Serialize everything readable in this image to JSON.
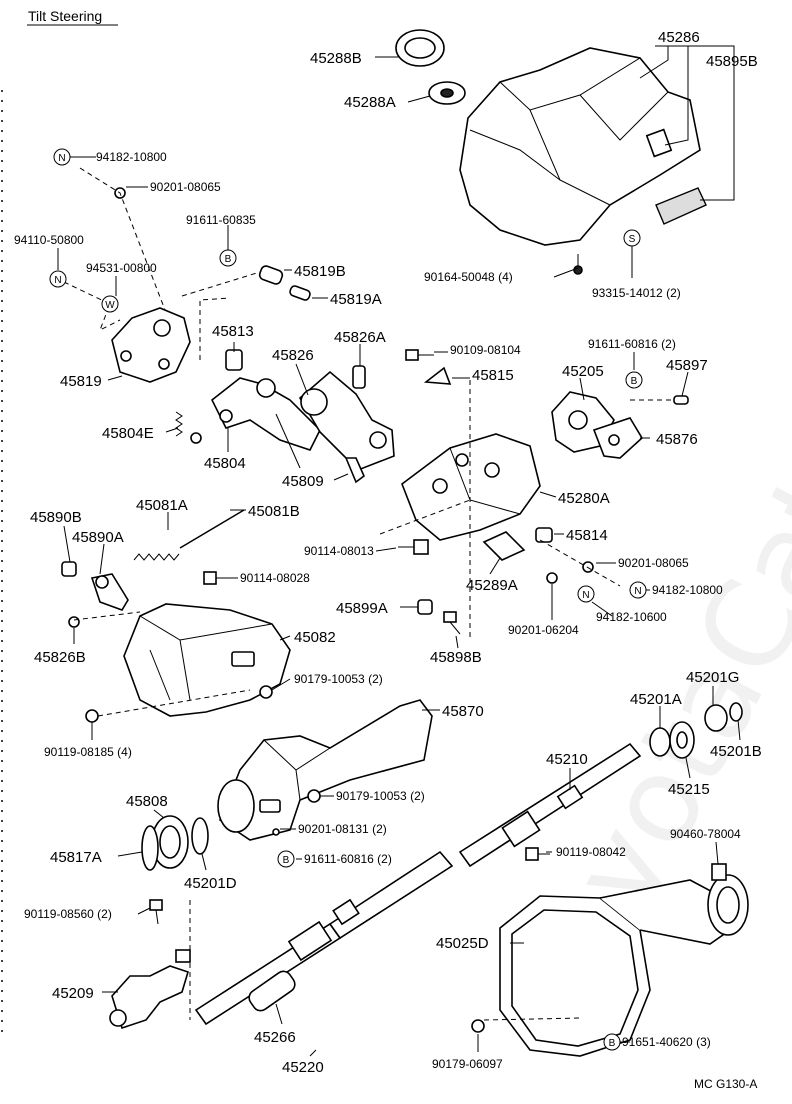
{
  "title": "Tilt Steering",
  "footer_code": "MC  G130-A",
  "watermark": "ToyotaCatalog",
  "symbols": {
    "N": "N",
    "W": "W",
    "B": "B",
    "S": "S"
  },
  "labels": {
    "p45286": "45286",
    "p45895B": "45895B",
    "p45288B": "45288B",
    "p45288A": "45288A",
    "p94182_10800_a": "94182-10800",
    "p90201_08065_a": "90201-08065",
    "p91611_60835": "91611-60835",
    "p94110_50800": "94110-50800",
    "p94531_00800": "94531-00800",
    "p45819B": "45819B",
    "p45819A": "45819A",
    "p90164_50048": "90164-50048 (4)",
    "p93315_14012": "93315-14012 (2)",
    "p45819": "45819",
    "p45813": "45813",
    "p45826": "45826",
    "p45826A": "45826A",
    "p90109_08104": "90109-08104",
    "p91611_60816_a": "91611-60816 (2)",
    "p45815": "45815",
    "p45205": "45205",
    "p45897": "45897",
    "p45804E": "45804E",
    "p45804": "45804",
    "p45809": "45809",
    "p45876": "45876",
    "p45280A": "45280A",
    "p45890B": "45890B",
    "p45081A": "45081A",
    "p45081B": "45081B",
    "p45890A": "45890A",
    "p90114_08013": "90114-08013",
    "p45814": "45814",
    "p90201_08065_b": "90201-08065",
    "p90114_08028": "90114-08028",
    "p45289A": "45289A",
    "p94182_10800_b": "94182-10800",
    "p45899A": "45899A",
    "p94182_10600": "94182-10600",
    "p45082": "45082",
    "p90201_06204": "90201-06204",
    "p45826B": "45826B",
    "p45898B": "45898B",
    "p90179_10053_a": "90179-10053 (2)",
    "p45201G": "45201G",
    "p45870": "45870",
    "p45201A": "45201A",
    "p90119_08185": "90119-08185 (4)",
    "p45201B": "45201B",
    "p45210": "45210",
    "p45215": "45215",
    "p45808": "45808",
    "p90179_10053_b": "90179-10053 (2)",
    "p90201_08131": "90201-08131 (2)",
    "p45817A": "45817A",
    "p91611_60816_b": "91611-60816 (2)",
    "p90460_78004": "90460-78004",
    "p90119_08042": "90119-08042",
    "p45201D": "45201D",
    "p90119_08560": "90119-08560 (2)",
    "p45025D": "45025D",
    "p45209": "45209",
    "p45266": "45266",
    "p91651_40620": "91651-40620 (3)",
    "p90179_06097": "90179-06097",
    "p45220": "45220"
  }
}
